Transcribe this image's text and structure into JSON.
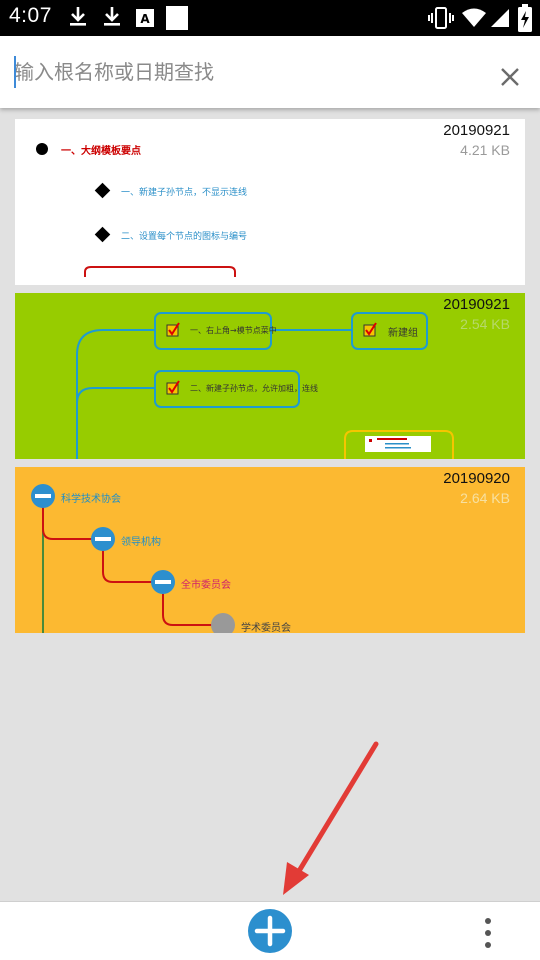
{
  "status_bar": {
    "time": "4:07",
    "icons": [
      "download-icon",
      "download-icon",
      "a-box-icon",
      "white-square-icon",
      "vibrate-icon",
      "wifi-icon",
      "signal-icon",
      "battery-charging-icon"
    ]
  },
  "search": {
    "placeholder": "输入根名称或日期查找",
    "value": ""
  },
  "files": [
    {
      "name": "20190921",
      "size": "4.21 KB",
      "background": "#ffffff",
      "preview": {
        "root": "一、大纲模板要点",
        "child1": "一、新建子孙节点，不显示连线",
        "child2": "二、设置每个节点的图标与编号"
      }
    },
    {
      "name": "20190921",
      "size": "2.54 KB",
      "background": "#97cc00",
      "preview": {
        "node1": "一、右上角→模节点菜中",
        "node2": "新建组",
        "node3": "二、新建子孙节点，允许加粗，连线",
        "mini_title": "一、大纲模板要点"
      }
    },
    {
      "name": "20190920",
      "size": "2.64 KB",
      "background": "#fcb931",
      "preview": {
        "node1": "科学技术协会",
        "node2": "领导机构",
        "node3": "全市委员会",
        "node4": "学术委员会"
      }
    }
  ],
  "colors": {
    "accent": "#2c8fce",
    "arrow": "#e23b36"
  }
}
